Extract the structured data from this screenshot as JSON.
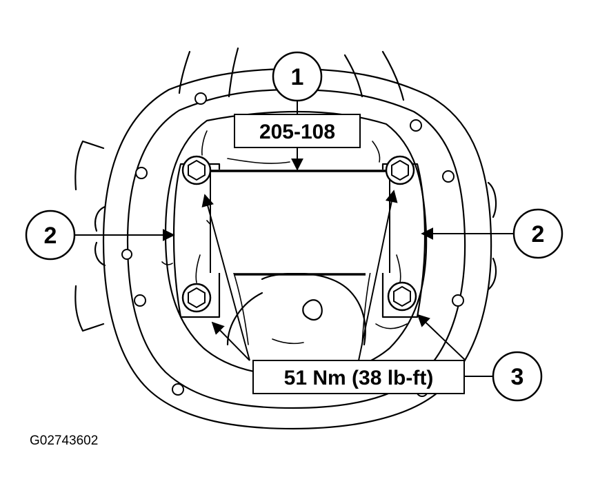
{
  "callouts": {
    "one": "1",
    "two_left": "2",
    "two_right": "2",
    "three": "3"
  },
  "labels": {
    "tool_number": "205-108",
    "torque_spec": "51 Nm (38 lb-ft)"
  },
  "figure_id": "G02743602",
  "colors": {
    "line": "#000000",
    "background": "#ffffff"
  }
}
